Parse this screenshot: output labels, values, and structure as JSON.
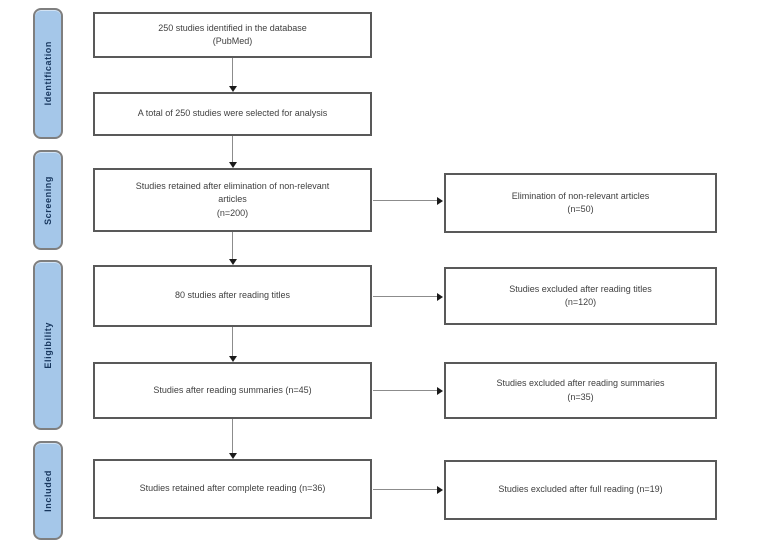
{
  "flow": {
    "stages": [
      {
        "label": "Identification"
      },
      {
        "label": "Screening"
      },
      {
        "label": "Eligibility"
      },
      {
        "label": "Included"
      }
    ],
    "left_boxes": [
      {
        "lines": [
          "250 studies identified in the database",
          "(PubMed)"
        ]
      },
      {
        "lines": [
          "A total of 250 studies were selected for analysis"
        ]
      },
      {
        "lines": [
          "Studies retained after elimination of non-relevant",
          "articles",
          "(n=200)"
        ]
      },
      {
        "lines": [
          "80 studies after reading titles"
        ]
      },
      {
        "lines": [
          "Studies after reading summaries (n=45)"
        ]
      },
      {
        "lines": [
          "Studies retained after complete reading (n=36)"
        ]
      }
    ],
    "right_boxes": [
      {
        "lines": [
          "Elimination of non-relevant articles",
          "(n=50)"
        ]
      },
      {
        "lines": [
          "Studies excluded after reading titles",
          "(n=120)"
        ]
      },
      {
        "lines": [
          "Studies excluded after reading summaries",
          "(n=35)"
        ]
      },
      {
        "lines": [
          "Studies excluded after full reading (n=19)"
        ]
      }
    ]
  },
  "colors": {
    "stage_fill": "#a5c7e9",
    "stage_border": "#7f7f7f",
    "stage_text": "#17365d",
    "box_border": "#595959",
    "box_text": "#3f3f3f",
    "arrow_line": "#8c8c8c",
    "arrow_head": "#1a1a1a"
  }
}
